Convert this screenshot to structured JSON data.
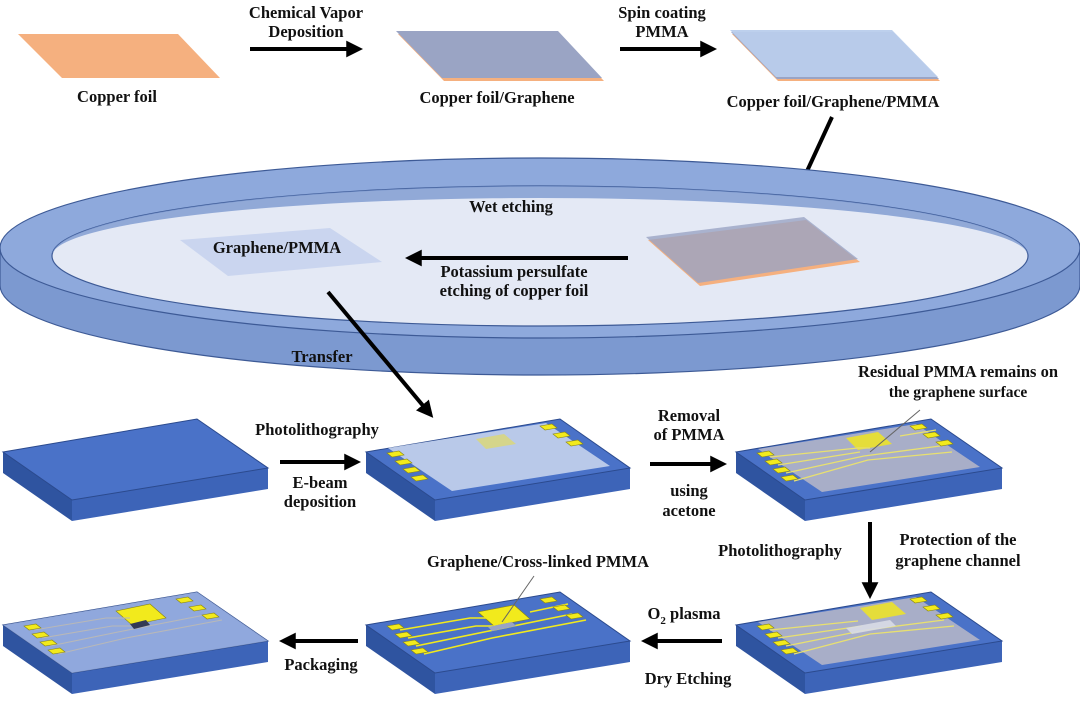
{
  "steps": {
    "copper_foil": "Copper foil",
    "cvd_line1": "Chemical Vapor",
    "cvd_line2": "Deposition",
    "copper_graphene": "Copper foil/Graphene",
    "spin_line1": "Spin coating",
    "spin_line2": "PMMA",
    "copper_graphene_pmma": "Copper foil/Graphene/PMMA",
    "wet_etching": "Wet etching",
    "graphene_pmma": "Graphene/PMMA",
    "etch_line1": "Potassium persulfate",
    "etch_line2": "etching of copper foil",
    "transfer": "Transfer",
    "photolithography": "Photolithography",
    "ebeam_line1": "E-beam",
    "ebeam_line2": "deposition",
    "removal_line1": "Removal",
    "removal_line2": "of PMMA",
    "using_line1": "using",
    "using_line2": "acetone",
    "residual_line1": "Residual PMMA remains on",
    "residual_line2": "the graphene surface",
    "photolithography_2": "Photolithography",
    "protection_line1": "Protection of the",
    "protection_line2": "graphene channel",
    "crosslinked": "Graphene/Cross-linked PMMA",
    "o2_plasma": "O",
    "o2_sub": "2",
    "o2_plasma_suffix": " plasma",
    "dry_etching": "Dry Etching",
    "packaging": "Packaging"
  },
  "colors": {
    "copper": "#f5b07f",
    "graphene": "#9aa4c4",
    "pmma": "#b9cdec",
    "dish": "#8ea9dc",
    "substrate_top": "#4a72c8",
    "substrate_side": "#3357a3",
    "pads": "#f2ea1c",
    "arrow": "#000000"
  }
}
